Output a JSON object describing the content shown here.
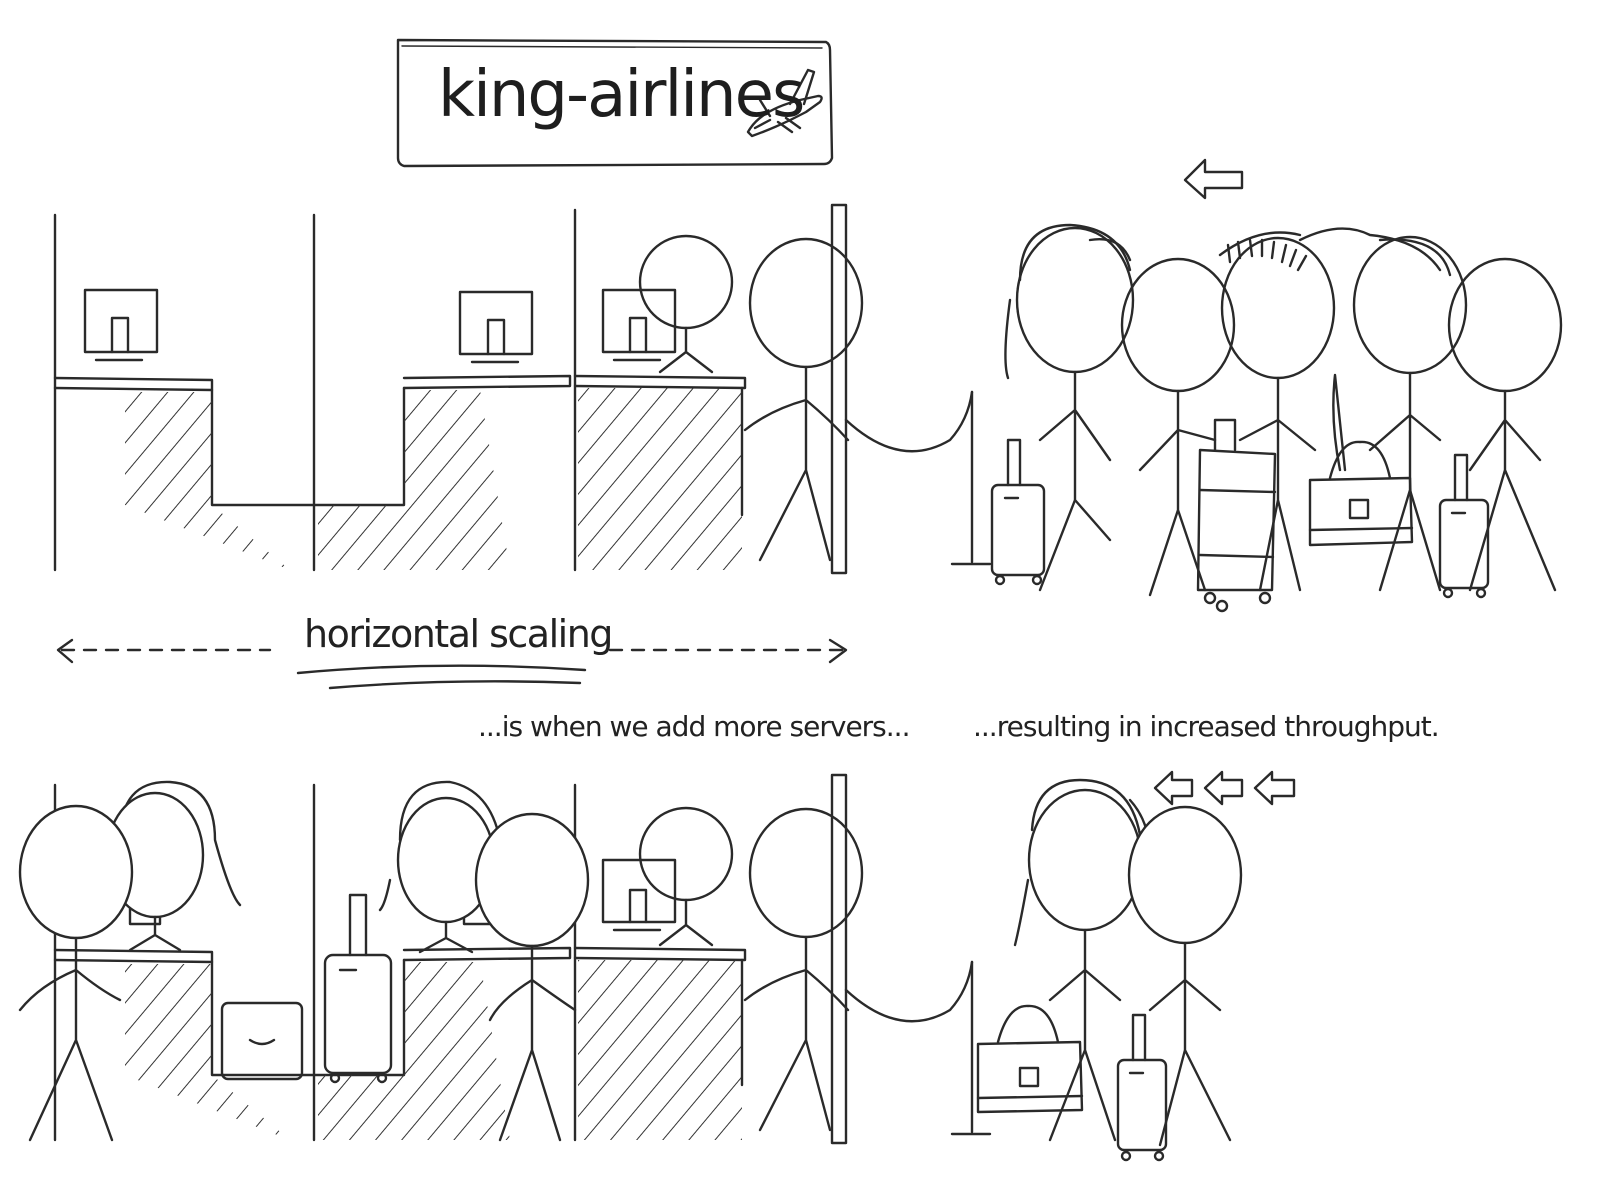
{
  "sign": {
    "title": "king-airlines",
    "icon": "airplane-icon"
  },
  "scaling_label": "horizontal scaling",
  "captions": {
    "servers": "...is when we add more servers...",
    "throughput": "...resulting in increased throughput."
  },
  "colors": {
    "ink": "#222222",
    "background": "#ffffff"
  }
}
